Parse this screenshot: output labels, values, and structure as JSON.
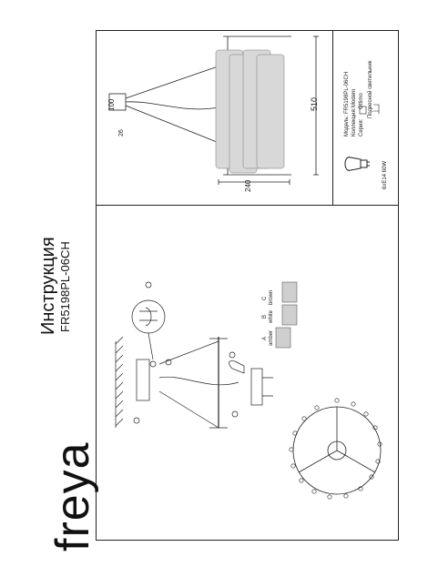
{
  "brand": "freya",
  "title": "Инструкция",
  "model": "FR5198PL-06CH",
  "spec_panel": {
    "model_label": "Модель:",
    "model_value": "FR5198PL-06CH",
    "collection_label": "Коллекция:",
    "collection_value": "Modern",
    "series_label": "Серия:",
    "series_value": "Ottimo",
    "type_value": "Подвесной светильник",
    "bulb_spec": "6хE14 60W"
  },
  "dimensions": {
    "height": "510",
    "width": "240",
    "canopy_height": "100",
    "canopy_depth": "26"
  },
  "wiring_labels": {
    "a": "A",
    "b": "B",
    "c": "C",
    "color_1": "white",
    "color_2": "brown",
    "color_3": "amber"
  },
  "colors": {
    "line": "#222222",
    "shade": "#d8d8d8",
    "paper": "#ffffff"
  }
}
